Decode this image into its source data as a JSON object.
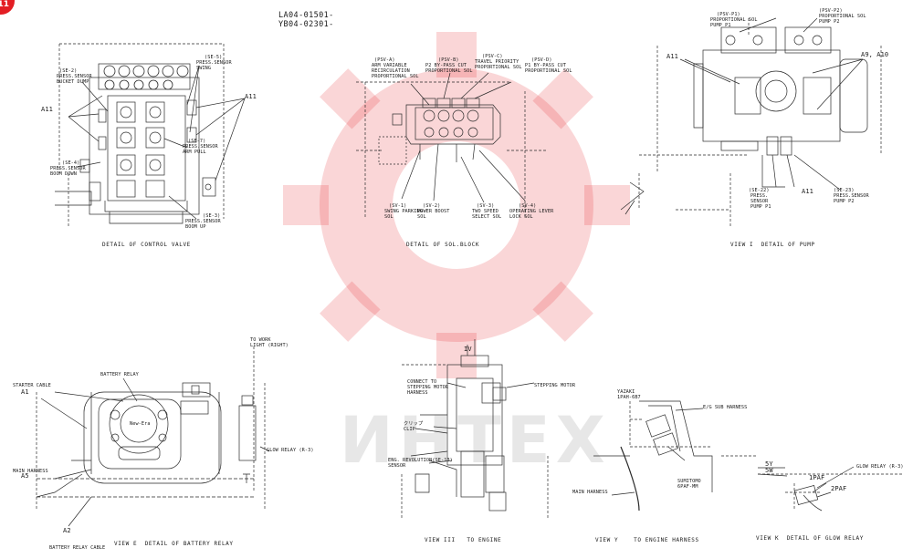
{
  "document_codes": [
    "LA04-01501-",
    "YB04-02301-"
  ],
  "corner_mark": "11",
  "watermark_text": "ИНТЕХ",
  "colors": {
    "line": "#2a2a2a",
    "watermark_red": "#e31e24",
    "watermark_gray": "#8a8a8a"
  },
  "views": {
    "control_valve": {
      "caption": "DETAIL OF CONTROL VALVE",
      "labels": {
        "se2_tag": "(SE-2)",
        "se2_desc": "PRESS.SENSOR\nBUCKET DUMP",
        "se5_tag": "(SE-5)",
        "se5_desc": "PRESS.SENSOR\nSWING",
        "a11_left": "A11",
        "a11_right": "A11",
        "se4_tag": "(SE-4)",
        "se4_desc": "PRESS.SENSOR\nBOOM DOWN",
        "se7_tag": "(SE-7)",
        "se7_desc": "PRESS.SENSOR\nARM PULL",
        "se3_tag": "(SE-3)",
        "se3_desc": "PRESS.SENSOR\nBOOM UP"
      }
    },
    "sol_block": {
      "caption": "DETAIL OF SOL.BLOCK",
      "labels": {
        "psva_tag": "(PSV-A)",
        "psva_desc": "ARM VARIABLE\nRECIRCULATION\nPROPORTIONAL SOL",
        "psvb_tag": "(PSV-B)",
        "psvb_desc": "P2 BY-PASS CUT\nPROPORTIONAL SOL",
        "psvc_tag": "(PSV-C)",
        "psvc_desc": "TRAVEL PRIORITY\nPROPORTIONAL SOL",
        "psvd_tag": "(PSV-D)",
        "psvd_desc": "P1 BY-PASS CUT\nPROPORTIONAL SOL",
        "sv1_tag": "(SV-1)",
        "sv1_desc": "SWING PARKING\nSOL",
        "sv2_tag": "(SV-2)",
        "sv2_desc": "POWER BOOST\nSOL",
        "sv3_tag": "(SV-3)",
        "sv3_desc": "TWO SPEED\nSELECT SOL",
        "sv4_tag": "(SV-4)",
        "sv4_desc": "OPERATING LEVER\nLOCK SOL"
      }
    },
    "pump": {
      "caption": "VIEW I  DETAIL OF PUMP",
      "labels": {
        "psvp1_tag": "(PSV-P1)",
        "psvp1_desc": "PROPORTIONAL SOL\nPUMP P1",
        "psvp2_tag": "(PSV-P2)",
        "psvp2_desc": "PROPORTIONAL SOL\nPUMP P2",
        "a11": "A11",
        "a9a10": "A9, A10",
        "a11_bottom": "A11",
        "se22_tag": "(SE-22)",
        "se22_desc": "PRESS.\nSENSOR\nPUMP P1",
        "se23_tag": "(SE-23)",
        "se23_desc": "PRESS.SENSOR\nPUMP P2"
      }
    },
    "battery_relay": {
      "caption": "VIEW E  DETAIL OF BATTERY RELAY",
      "labels": {
        "starter_cable": "STARTER CABLE",
        "a1": "A1",
        "battery_relay": "BATTERY RELAY",
        "main_harness": "MAIN HARNESS",
        "a5": "A5",
        "glow_relay": "GLOW RELAY (R-3)",
        "to_work_light": "TO WORK\nLIGHT (RIGHT)",
        "a2": "A2",
        "battery_relay_cable": "BATTERY RELAY CABLE",
        "relay_brand": "New-Era"
      }
    },
    "engine": {
      "caption": "VIEW III   TO ENGINE",
      "labels": {
        "roman_iv": "IV",
        "connect_stepping": "CONNECT TO\nSTEPPING MOTOR\nHARNESS",
        "stepping_motor": "STEPPING MOTOR",
        "clip": "クリップ\nCLIP",
        "rev_sensor": "ENG. REVOLUTION(SE-13)\nSENSOR"
      }
    },
    "engine_harness": {
      "caption": "VIEW Y    TO ENGINE HARNESS",
      "labels": {
        "yazaki": "YAZAKI\n1PAH-6B7",
        "es_sub": "E/G SUB HARNESS",
        "sumitomo": "SUMITOMO\n6PAF-MM",
        "main_harness": "MAIN HARNESS"
      }
    },
    "glow_relay": {
      "caption": "VIEW K  DETAIL OF GLOW RELAY",
      "labels": {
        "w5y": "5Y",
        "w5w": "5W",
        "glow_relay": "GLOW RELAY (R-3)",
        "p1paf": "1PAF",
        "p2paf": "2PAF"
      }
    }
  }
}
